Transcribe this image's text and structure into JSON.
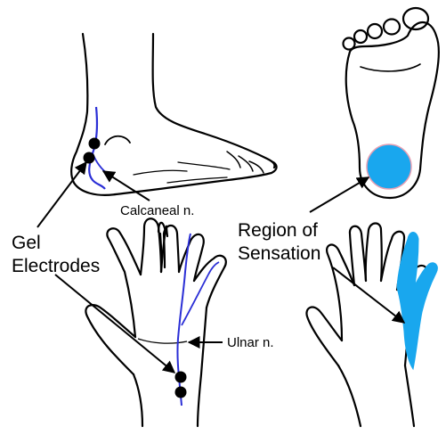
{
  "labels": {
    "calcaneal": "Calcaneal n.",
    "ulnar": "Ulnar n.",
    "gel_line1": "Gel",
    "gel_line2": "Electrodes",
    "region_line1": "Region of",
    "region_line2": "Sensation"
  },
  "colors": {
    "nerve": "#2b2fd6",
    "sensation_region": "#19a7ee",
    "electrode": "#000000",
    "outline": "#000000"
  },
  "icons": [
    "foot-side-illustration",
    "foot-sole-illustration",
    "hand-palm-illustration",
    "hand-back-illustration"
  ]
}
